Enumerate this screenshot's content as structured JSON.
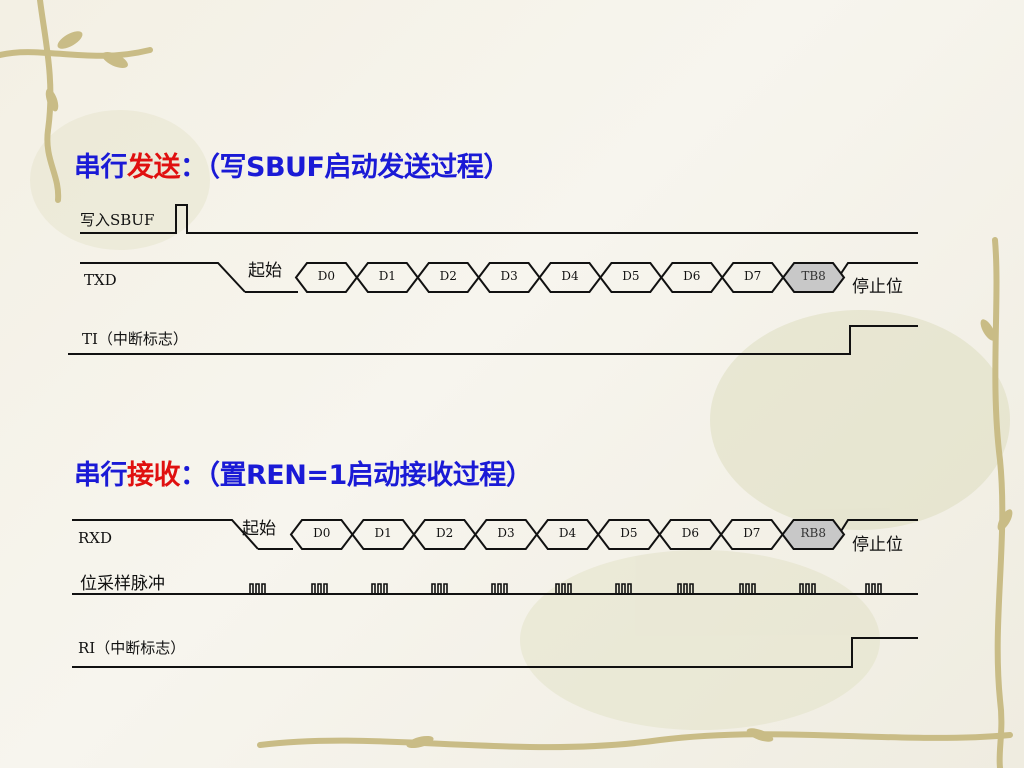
{
  "transmit": {
    "heading_prefix": "串行",
    "heading_key": "发送",
    "heading_rest": "：（写SBUF启动发送过程）",
    "write_label": "写入SBUF",
    "line_label": "TXD",
    "start_label": "起始",
    "stop_label": "停止位",
    "flag_label": "TI（中断标志）",
    "bits": [
      "D0",
      "D1",
      "D2",
      "D3",
      "D4",
      "D5",
      "D6",
      "D7",
      "TB8"
    ]
  },
  "receive": {
    "heading_prefix": "串行",
    "heading_key": "接收",
    "heading_rest": "：（置REN=1启动接收过程）",
    "line_label": "RXD",
    "start_label": "起始",
    "stop_label": "停止位",
    "sample_label": "位采样脉冲",
    "flag_label": "RI（中断标志）",
    "bits": [
      "D0",
      "D1",
      "D2",
      "D3",
      "D4",
      "D5",
      "D6",
      "D7",
      "RB8"
    ]
  },
  "colors": {
    "heading_blue": "#1a1ad6",
    "heading_red": "#e01010",
    "signal": "#111111",
    "ninth_bit_fill": "#c8c8c8"
  }
}
